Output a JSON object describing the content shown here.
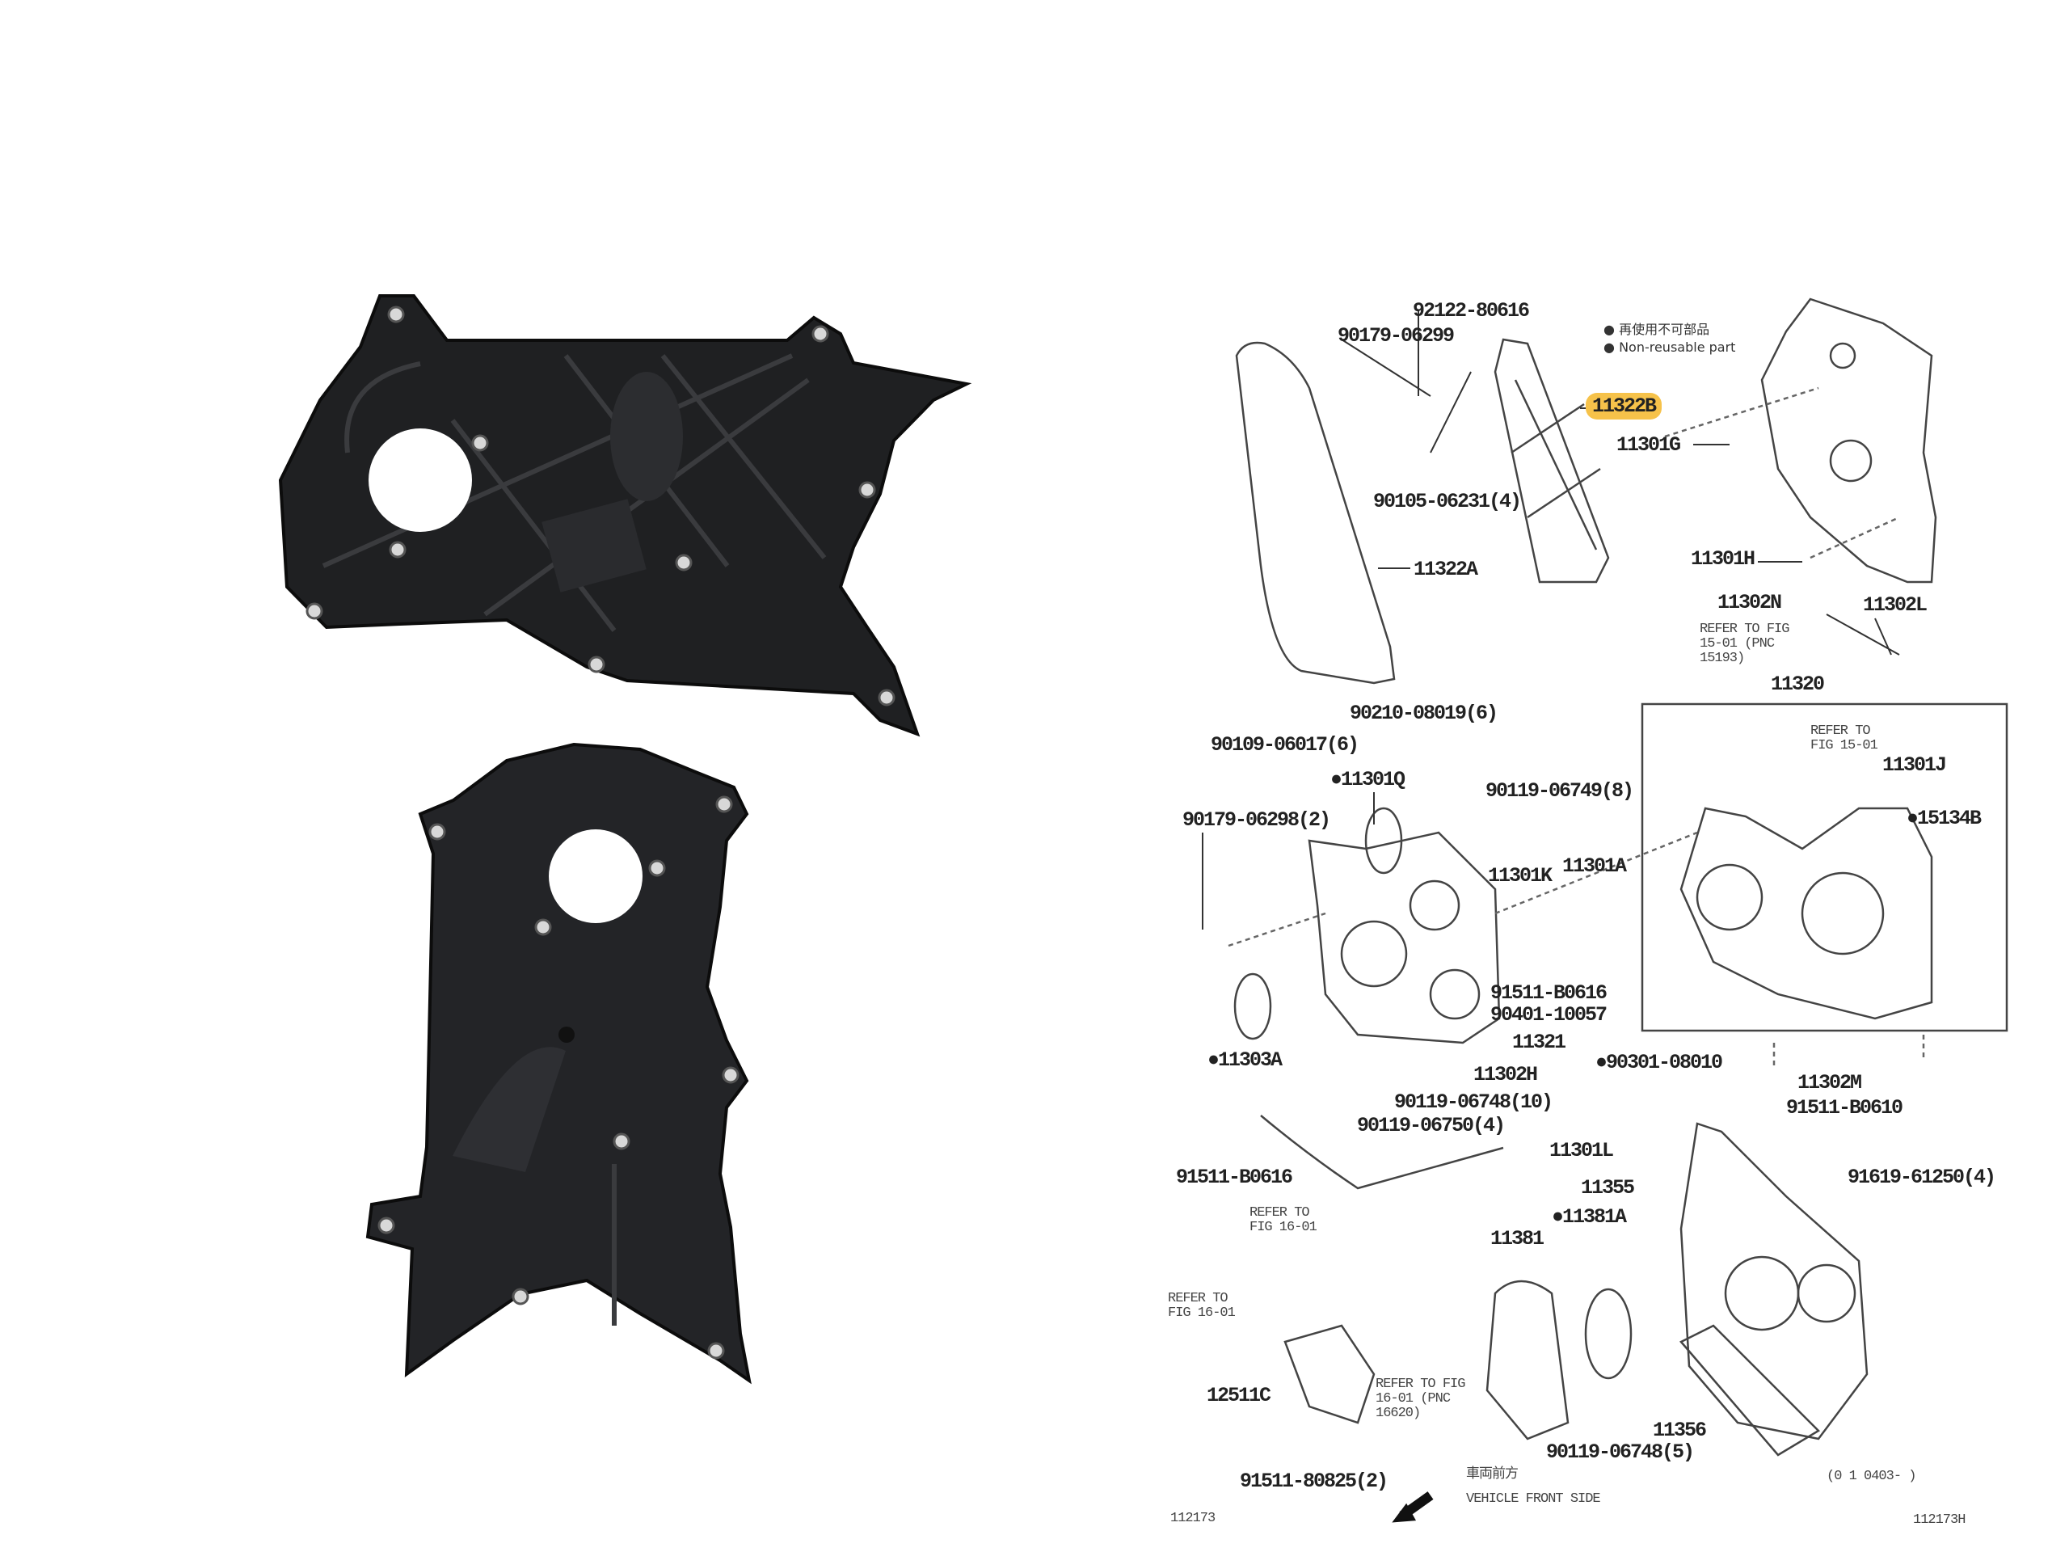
{
  "legend": {
    "bullet_icon": "filled-circle",
    "line1": "再使用不可部品",
    "line2": "Non-reusable part"
  },
  "highlight_color": "#f6c24a",
  "diagram": {
    "labels": [
      "92122-80616",
      "90179-06299",
      "11322B",
      "11301G",
      "90105-06231(4)",
      "11322A",
      "11301H",
      "11302N",
      "11302L",
      "REFER TO FIG 15-01 (PNC 15193)",
      "11320",
      "90210-08019(6)",
      "90109-06017(6)",
      "REFER TO FIG 15-01",
      "11301J",
      "●11301Q",
      "90119-06749(8)",
      "90179-06298(2)",
      "●15134B",
      "11301K",
      "11301A",
      "91511-B0616",
      "90401-10057",
      "11321",
      "●11303A",
      "●90301-08010",
      "11302H",
      "11302M",
      "90119-06748(10)",
      "91511-B0610",
      "90119-06750(4)",
      "11301L",
      "91511-B0616",
      "91619-61250(4)",
      "11355",
      "●11381A",
      "REFER TO FIG 16-01",
      "11381",
      "REFER TO FIG 16-01",
      "12511C",
      "REFER TO FIG 16-01 (PNC 16620)",
      "11356",
      "90119-06748(5)",
      "91511-80825(2)",
      "(0 1 0403-   )",
      "112173",
      "112173H"
    ],
    "front_side": {
      "cn": "車両前方",
      "en": "VEHICLE FRONT SIDE"
    }
  }
}
